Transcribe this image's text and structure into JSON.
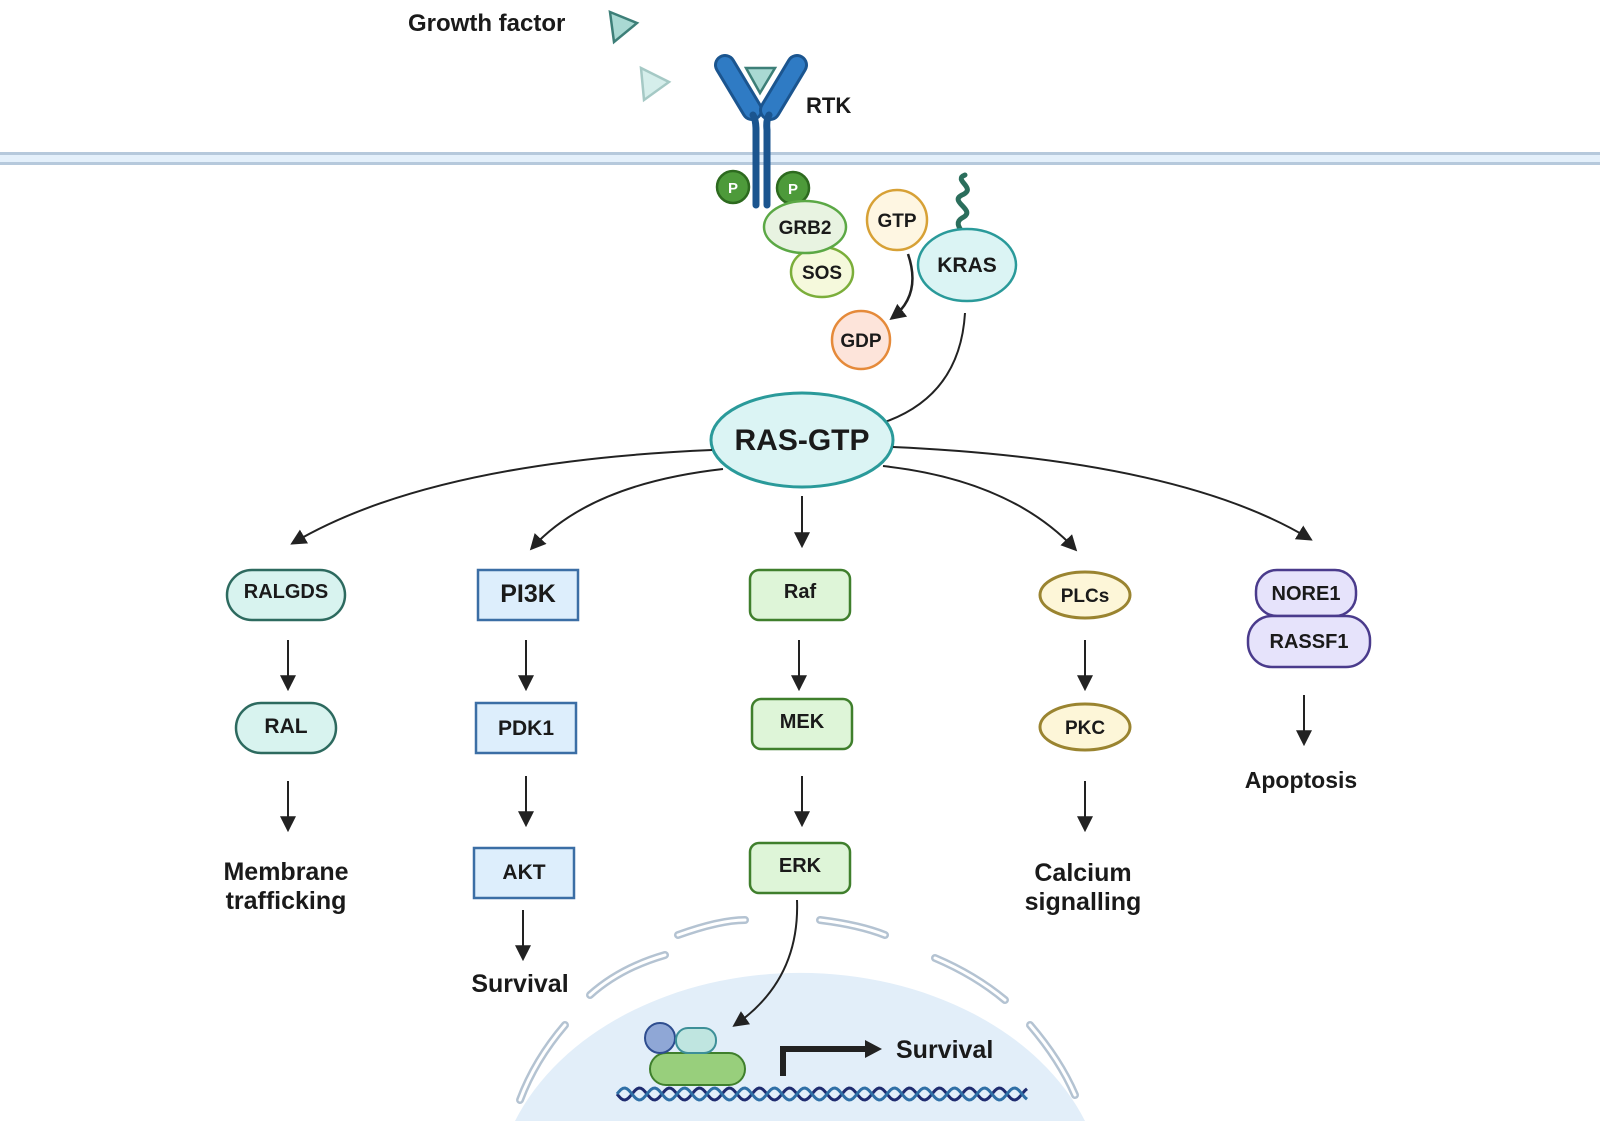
{
  "title": "RAS signaling pathway",
  "colors": {
    "membrane": "#b6c9dc",
    "membrane_fill": "#e4f0fb",
    "receptor": "#2f7bc4",
    "receptor_stroke": "#1b558f",
    "ligand": "#a9d9d3",
    "ligand_stroke": "#3d7f78",
    "arrow": "#222222",
    "nucleus": "#e2eef9",
    "nucleus_envelope": "#b4c3d2"
  },
  "ligand": {
    "label": "Growth factor"
  },
  "receptor": {
    "label": "RTK",
    "phospho": [
      "P",
      "P"
    ]
  },
  "adaptors": {
    "grb2": "GRB2",
    "sos": "SOS"
  },
  "nucleotides": {
    "gtp": "GTP",
    "gdp": "GDP"
  },
  "kras": {
    "label": "KRAS"
  },
  "hub": {
    "label": "RAS-GTP"
  },
  "pathways": [
    {
      "id": "ralgds",
      "nodes": [
        "RALGDS",
        "RAL"
      ],
      "outcome": [
        "Membrane",
        "trafficking"
      ],
      "fill": "#d8f3ef",
      "stroke": "#2d6a5f",
      "shape": "pill"
    },
    {
      "id": "pi3k",
      "nodes": [
        "PI3K",
        "PDK1",
        "AKT"
      ],
      "outcome": [
        "Survival"
      ],
      "fill": "#ddeefc",
      "stroke": "#3b6ea5",
      "shape": "rect"
    },
    {
      "id": "raf",
      "nodes": [
        "Raf",
        "MEK",
        "ERK"
      ],
      "outcome": [],
      "fill": "#def5d8",
      "stroke": "#3f7f2c",
      "shape": "round"
    },
    {
      "id": "plc",
      "nodes": [
        "PLCs",
        "PKC"
      ],
      "outcome": [
        "Calcium",
        "signalling"
      ],
      "fill": "#fdf6d8",
      "stroke": "#9a8430",
      "shape": "ellipse"
    },
    {
      "id": "nore1",
      "nodes": [
        "NORE1",
        "RASSF1"
      ],
      "outcome": [
        "Apoptosis"
      ],
      "fill": "#e6e3fb",
      "stroke": "#4a3b8c",
      "shape": "stack"
    }
  ],
  "nucleus": {
    "outcome": "Survival"
  }
}
